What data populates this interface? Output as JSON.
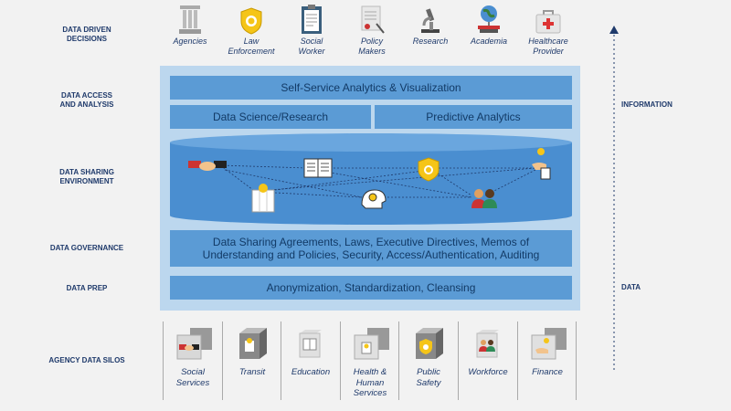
{
  "left_labels": {
    "decisions": "DATA DRIVEN\nDECISIONS",
    "access": "DATA ACCESS\nAND ANALYSIS",
    "sharing": "DATA SHARING\nENVIRONMENT",
    "governance": "DATA GOVERNANCE",
    "prep": "DATA PREP",
    "silos": "AGENCY DATA SILOS"
  },
  "right_labels": {
    "information": "INFORMATION",
    "data": "DATA"
  },
  "decision_makers": [
    {
      "label": "Agencies",
      "icon": "columns-icon"
    },
    {
      "label": "Law\nEnforcement",
      "icon": "police-badge-icon"
    },
    {
      "label": "Social\nWorker",
      "icon": "clipboard-icon"
    },
    {
      "label": "Policy\nMakers",
      "icon": "scroll-icon"
    },
    {
      "label": "Research",
      "icon": "microscope-icon"
    },
    {
      "label": "Academia",
      "icon": "globe-books-icon"
    },
    {
      "label": "Healthcare\nProvider",
      "icon": "first-aid-kit-icon"
    }
  ],
  "bars": {
    "self_service": "Self-Service Analytics & Visualization",
    "data_science": "Data Science/Research",
    "predictive": "Predictive Analytics",
    "governance": "Data Sharing Agreements, Laws, Executive Directives, Memos of\nUnderstanding and Policies, Security, Access/Authentication, Auditing",
    "prep": "Anonymization, Standardization, Cleansing"
  },
  "silos": [
    {
      "label": "Social\nServices",
      "icon": "handshake-icon"
    },
    {
      "label": "Transit",
      "icon": "transit-icon"
    },
    {
      "label": "Education",
      "icon": "book-icon"
    },
    {
      "label": "Health &\nHuman\nServices",
      "icon": "health-icon"
    },
    {
      "label": "Public\nSafety",
      "icon": "police-badge-icon"
    },
    {
      "label": "Workforce",
      "icon": "people-icon"
    },
    {
      "label": "Finance",
      "icon": "finance-icon"
    }
  ],
  "colors": {
    "navy": "#1f3a6b",
    "bar": "#5b9bd5",
    "panel": "#bcd7ee",
    "cylinder": "#4a8ed0"
  }
}
